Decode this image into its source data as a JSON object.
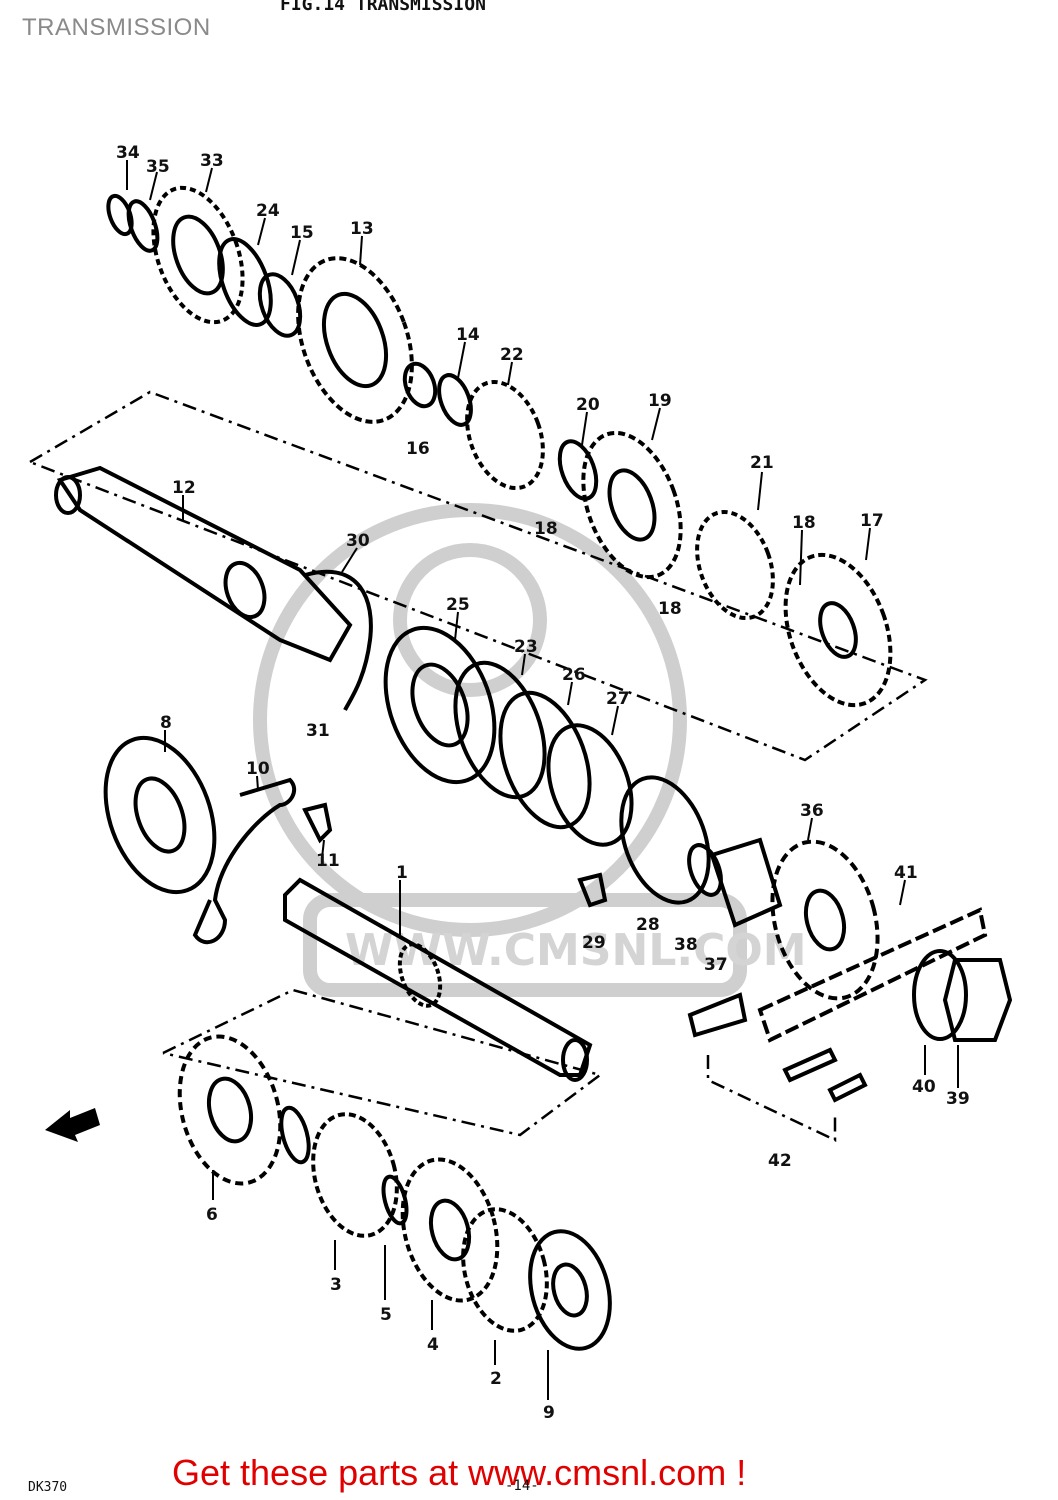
{
  "page": {
    "title": "TRANSMISSION",
    "figure_title": "FIG.14  TRANSMISSION",
    "footer_link_text": "Get these parts at www.cmsnl.com !",
    "corner_code": "DK370",
    "page_number": "-14-",
    "watermark_text": "WWW.CMSNL.COM"
  },
  "callouts": [
    {
      "id": "label-34",
      "text": "34"
    },
    {
      "id": "label-35",
      "text": "35"
    },
    {
      "id": "label-33",
      "text": "33"
    },
    {
      "id": "label-24",
      "text": "24"
    },
    {
      "id": "label-15",
      "text": "15"
    },
    {
      "id": "label-13",
      "text": "13"
    },
    {
      "id": "label-14",
      "text": "14"
    },
    {
      "id": "label-22",
      "text": "22"
    },
    {
      "id": "label-16",
      "text": "16"
    },
    {
      "id": "label-20",
      "text": "20"
    },
    {
      "id": "label-19",
      "text": "19"
    },
    {
      "id": "label-21",
      "text": "21"
    },
    {
      "id": "label-18a",
      "text": "18"
    },
    {
      "id": "label-18b",
      "text": "18"
    },
    {
      "id": "label-18c",
      "text": "18"
    },
    {
      "id": "label-17",
      "text": "17"
    },
    {
      "id": "label-12",
      "text": "12"
    },
    {
      "id": "label-30",
      "text": "30"
    },
    {
      "id": "label-25",
      "text": "25"
    },
    {
      "id": "label-23",
      "text": "23"
    },
    {
      "id": "label-26",
      "text": "26"
    },
    {
      "id": "label-27",
      "text": "27"
    },
    {
      "id": "label-31",
      "text": "31"
    },
    {
      "id": "label-8",
      "text": "8"
    },
    {
      "id": "label-10",
      "text": "10"
    },
    {
      "id": "label-11",
      "text": "11"
    },
    {
      "id": "label-36",
      "text": "36"
    },
    {
      "id": "label-41",
      "text": "41"
    },
    {
      "id": "label-28",
      "text": "28"
    },
    {
      "id": "label-38",
      "text": "38"
    },
    {
      "id": "label-37",
      "text": "37"
    },
    {
      "id": "label-29",
      "text": "29"
    },
    {
      "id": "label-40",
      "text": "40"
    },
    {
      "id": "label-39",
      "text": "39"
    },
    {
      "id": "label-42",
      "text": "42"
    },
    {
      "id": "label-6",
      "text": "6"
    },
    {
      "id": "label-3",
      "text": "3"
    },
    {
      "id": "label-5",
      "text": "5"
    },
    {
      "id": "label-4",
      "text": "4"
    },
    {
      "id": "label-2",
      "text": "2"
    },
    {
      "id": "label-9",
      "text": "9"
    },
    {
      "id": "label-1",
      "text": "1"
    }
  ],
  "colors": {
    "ink": "#000000",
    "title_gray": "#8a8a8a",
    "footer_red": "#e00000",
    "watermark_gray": "#cfcfcf"
  },
  "icons": {
    "front_arrow": "front-arrow-icon",
    "watermark_logo": "cmsnl-logo-watermark"
  }
}
